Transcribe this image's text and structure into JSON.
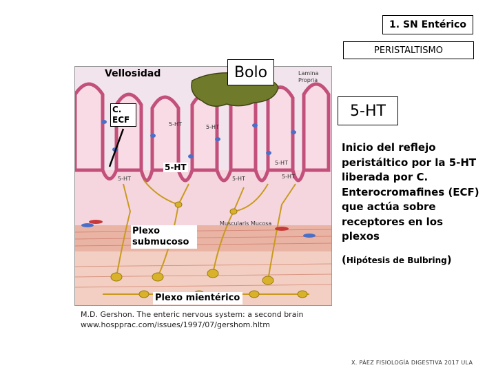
{
  "header": {
    "title": "1. SN Entérico",
    "subtitle": "PERISTALTISMO"
  },
  "figure": {
    "labels": {
      "vellosidad": "Vellosidad",
      "bolo": "Bolo",
      "c_ecf_line1": "C.",
      "c_ecf_line2": "ECF",
      "ht5_left": "5-HT",
      "plexo_submucoso_line1": "Plexo",
      "plexo_submucoso_line2": "submucoso",
      "plexo_mienterico": "Plexo mientérico",
      "lamina_propria_line1": "Lamina",
      "lamina_propria_line2": "Propria",
      "muscularis_mucosa": "Muscularis Mucosa",
      "fig_5ht_a": "5-HT",
      "fig_5ht_b": "5-HT",
      "fig_5ht_c": "5-HT",
      "fig_5ht_d": "5-HT",
      "fig_5ht_e": "5-HT",
      "fig_5ht_f": "5-HT"
    }
  },
  "callout_5ht": "5-HT",
  "description": "Inicio del reflejo peristáltico por la 5-HT liberada por C. Enterocromafines (ECF) que actúa sobre receptores en los plexos",
  "hypothesis": {
    "open": "(",
    "text": "Hipótesis de Bulbring",
    "close": ")"
  },
  "citation": {
    "line1": "M.D. Gershon. The enteric nervous system: a second brain",
    "line2": "www.hospprac.com/issues/1997/07/gershom.hltm"
  },
  "footer": "X. PÁEZ   FISIOLOGÍA DIGESTIVA 2017  ULA",
  "colors": {
    "epithelium": "#d98ca8",
    "lumen": "#f3e6ee",
    "bolus": "#6f7a2a",
    "neuron": "#d8b22a",
    "muscle": "#e8a99a",
    "nucleus": "#4a6fc9"
  }
}
